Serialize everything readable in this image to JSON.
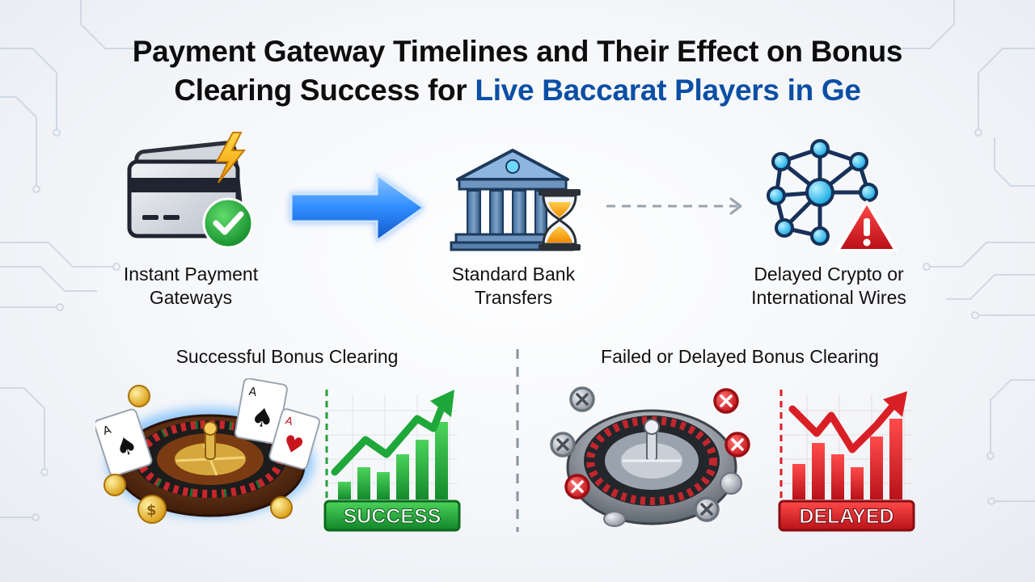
{
  "title": {
    "line1": "Payment Gateway Timelines and Their Effect on Bonus",
    "line2_plain": "Clearing Success for ",
    "line2_highlight": "Live Baccarat Players in Ge"
  },
  "stages": [
    {
      "icon": "credit-card-lightning-check-icon",
      "line1": "Instant Payment",
      "line2": "Gateways"
    },
    {
      "icon": "bank-hourglass-icon",
      "line1": "Standard Bank",
      "line2": "Transfers"
    },
    {
      "icon": "network-warning-icon",
      "line1": "Delayed Crypto or",
      "line2": "International Wires"
    }
  ],
  "connectors": [
    "solid-blue-arrow-icon",
    "dashed-gray-arrow-icon"
  ],
  "outcomes": {
    "success": {
      "heading": "Successful Bonus Clearing",
      "badge": "SUCCESS",
      "color": "#1fa83a"
    },
    "failed": {
      "heading": "Failed or Delayed Bonus Clearing",
      "badge": "DELAYED",
      "color": "#d91f26"
    }
  },
  "colors": {
    "accent": "#0b4fa5",
    "arrow": "#2f8cff",
    "success": "#1fa83a",
    "failure": "#d91f26"
  }
}
